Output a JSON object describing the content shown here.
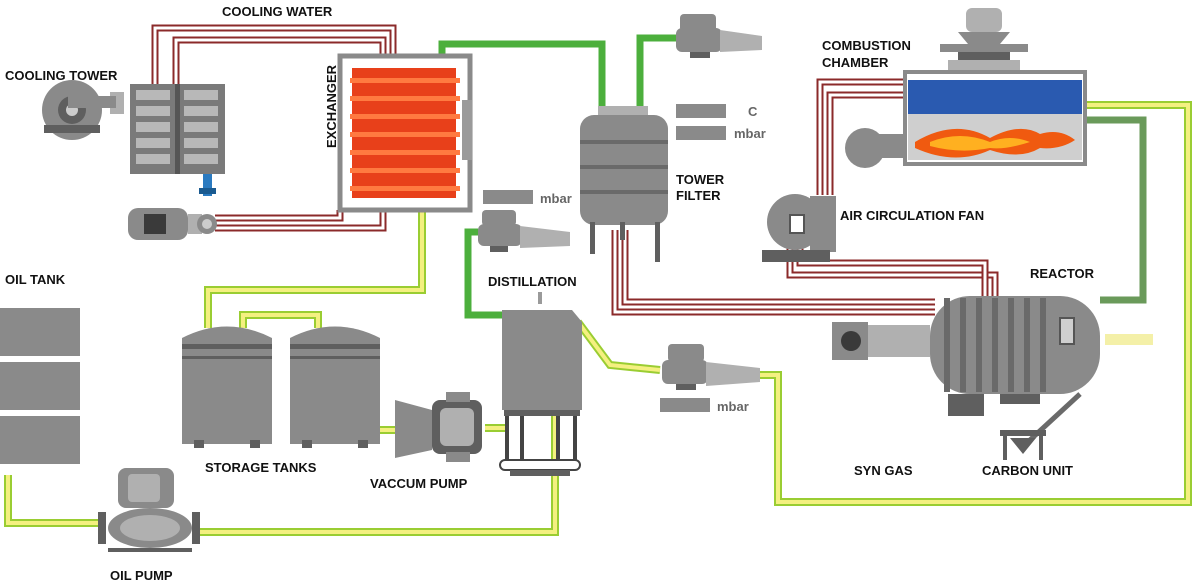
{
  "labels": {
    "cooling_water": "COOLING WATER",
    "cooling_tower": "COOLING TOWER",
    "exchanger": "EXCHANGER",
    "tower_filter_1": "TOWER",
    "tower_filter_2": "FILTER",
    "combustion_1": "COMBUSTION",
    "combustion_2": "CHAMBER",
    "air_fan": "AIR CIRCULATION FAN",
    "reactor": "REACTOR",
    "oil_tank": "OIL TANK",
    "distillation": "DISTILLATION",
    "storage_tanks": "STORAGE TANKS",
    "vacuum_pump": "VACCUM PUMP",
    "syn_gas": "SYN GAS",
    "carbon_unit": "CARBON UNIT",
    "oil_pump": "OIL PUMP"
  },
  "readouts": {
    "filter_temp_unit": "C",
    "filter_pressure_unit": "mbar",
    "distillation_pressure_unit": "mbar",
    "syn_gas_pressure_unit": "mbar"
  },
  "colors": {
    "cooling_pipe": "#8b2a2a",
    "feed_pipe": "#9acd32",
    "gas_pipe": "#4caf3c",
    "return_pipe": "#6a9a5a",
    "flame": "#f05a10",
    "chamber_blue": "#2a5ab0",
    "exchanger_core": "#e8401a",
    "equipment": "#8a8a8a"
  }
}
